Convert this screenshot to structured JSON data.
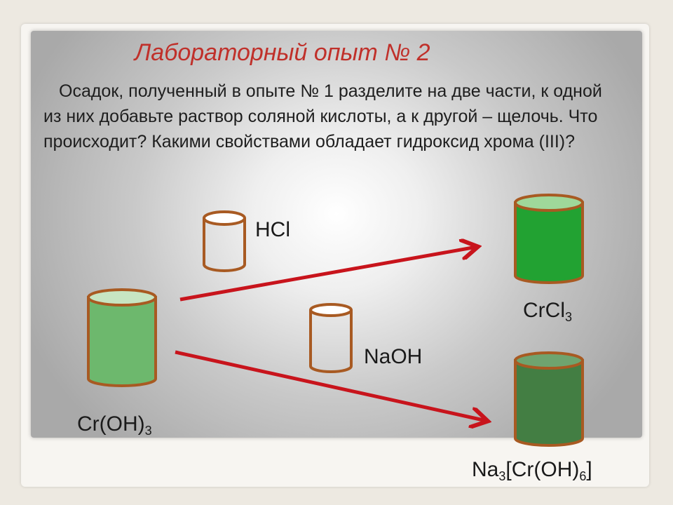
{
  "slide": {
    "title": "Лабораторный опыт № 2",
    "task_text": "Осадок, полученный в опыте № 1 разделите на две части, к одной из них добавьте раствор соляной кислоты, а к другой – щелочь. Что происходит? Какими свойствами обладает гидроксид хрома (III)?"
  },
  "reagents": {
    "hcl": "HCl",
    "naoh": "NaOH"
  },
  "products": {
    "crcl3_base": "CrCl",
    "crcl3_sub": "3",
    "na3_base": "Na",
    "na3_sub1": "3",
    "na3_mid": "[Cr(OH)",
    "na3_sub2": "6",
    "na3_end": "]"
  },
  "start": {
    "croh3_base": "Cr(OH)",
    "croh3_sub": "3"
  },
  "colors": {
    "title": "#c0302a",
    "beaker_outline": "#a85a22",
    "arrow": "#c8141c",
    "light_green": "#6db86d",
    "bright_green": "#22a232",
    "dark_green": "#437e43"
  }
}
